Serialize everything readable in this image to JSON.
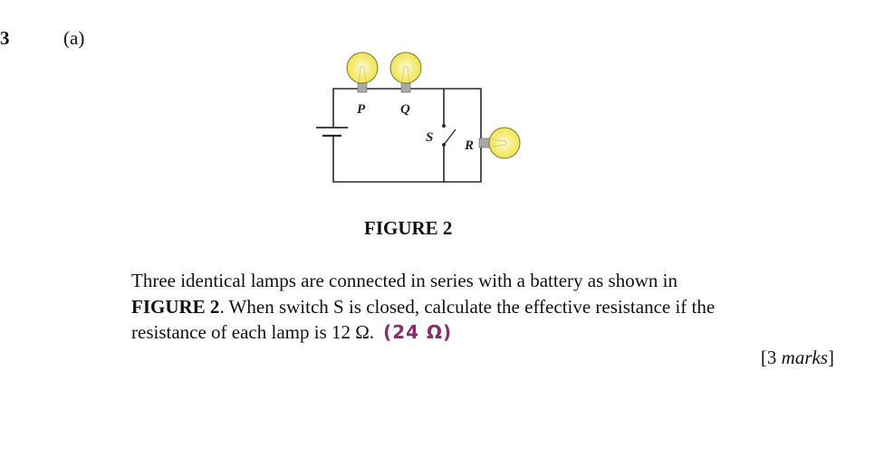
{
  "question": {
    "number": "3",
    "part": "(a)"
  },
  "figure": {
    "caption": "FIGURE 2",
    "labels": {
      "lamp_p": "P",
      "lamp_q": "Q",
      "lamp_r": "R",
      "switch": "S"
    },
    "colors": {
      "wire": "#2a2a2a",
      "bulb_fill": "#f3ea6a",
      "bulb_glow": "#fbf6b8",
      "bulb_outline": "#8a8a2a",
      "bulb_base": "#9a9a9a"
    }
  },
  "body": {
    "line1": "Three identical lamps are connected in series with a battery as shown in",
    "fig_ref": "FIGURE 2",
    "line2_rest": ". When switch S is closed, calculate the effective resistance if the",
    "line3": "resistance of each lamp is 12 Ω.",
    "handwritten_answer": "(24 Ω)",
    "handwritten_color": "#8a2b6b"
  },
  "marks": {
    "open": "[3 ",
    "word": "marks",
    "close": "]"
  }
}
